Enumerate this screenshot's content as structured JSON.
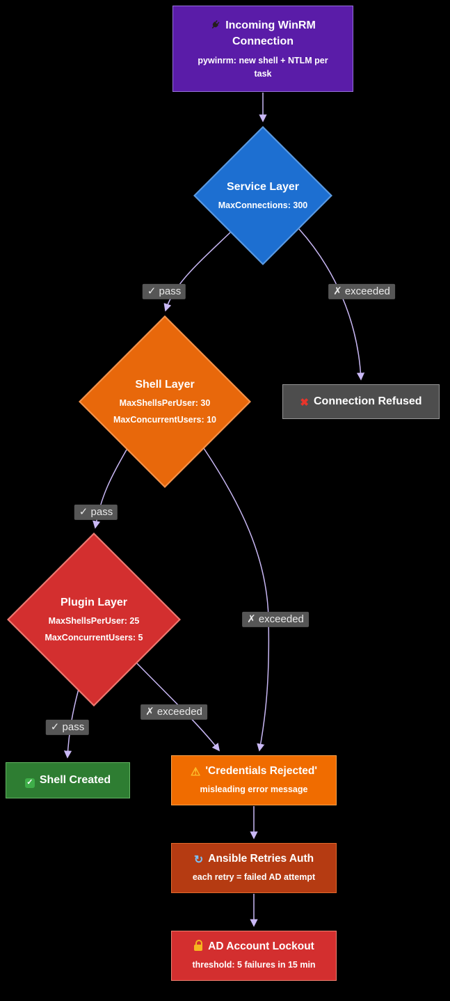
{
  "diagram": {
    "background_color": "#000000",
    "edge_color": "#c9b8f5",
    "edge_label_background": "#565656",
    "edge_labels": {
      "pass": "✓ pass",
      "exceeded": "✗ exceeded"
    },
    "nodes": {
      "incoming": {
        "icon": "plug-icon",
        "title": "Incoming WinRM Connection",
        "subtitle": "pywinrm: new shell + NTLM per task",
        "color": "#5a1ca8"
      },
      "service_layer": {
        "title": "Service Layer",
        "subtitle": "MaxConnections: 300",
        "color": "#1d6fd1"
      },
      "shell_layer": {
        "title": "Shell Layer",
        "line1": "MaxShellsPerUser: 30",
        "line2": "MaxConcurrentUsers: 10",
        "color": "#e8680b"
      },
      "plugin_layer": {
        "title": "Plugin Layer",
        "line1": "MaxShellsPerUser: 25",
        "line2": "MaxConcurrentUsers: 5",
        "color": "#d32f2f"
      },
      "connection_refused": {
        "icon": "cross-icon",
        "title": "Connection Refused",
        "color": "#4d4d4d"
      },
      "shell_created": {
        "icon": "check-icon",
        "title": "Shell Created",
        "color": "#2e7d32"
      },
      "credentials_rejected": {
        "icon": "warning-icon",
        "title": "'Credentials Rejected'",
        "subtitle": "misleading error message",
        "color": "#f06c00"
      },
      "ansible_retries": {
        "icon": "repeat-icon",
        "title": "Ansible Retries Auth",
        "subtitle": "each retry = failed AD attempt",
        "color": "#b53b12"
      },
      "ad_lockout": {
        "icon": "lock-icon",
        "title": "AD Account Lockout",
        "subtitle": "threshold: 5 failures in 15 min",
        "color": "#d32f2f"
      }
    }
  }
}
